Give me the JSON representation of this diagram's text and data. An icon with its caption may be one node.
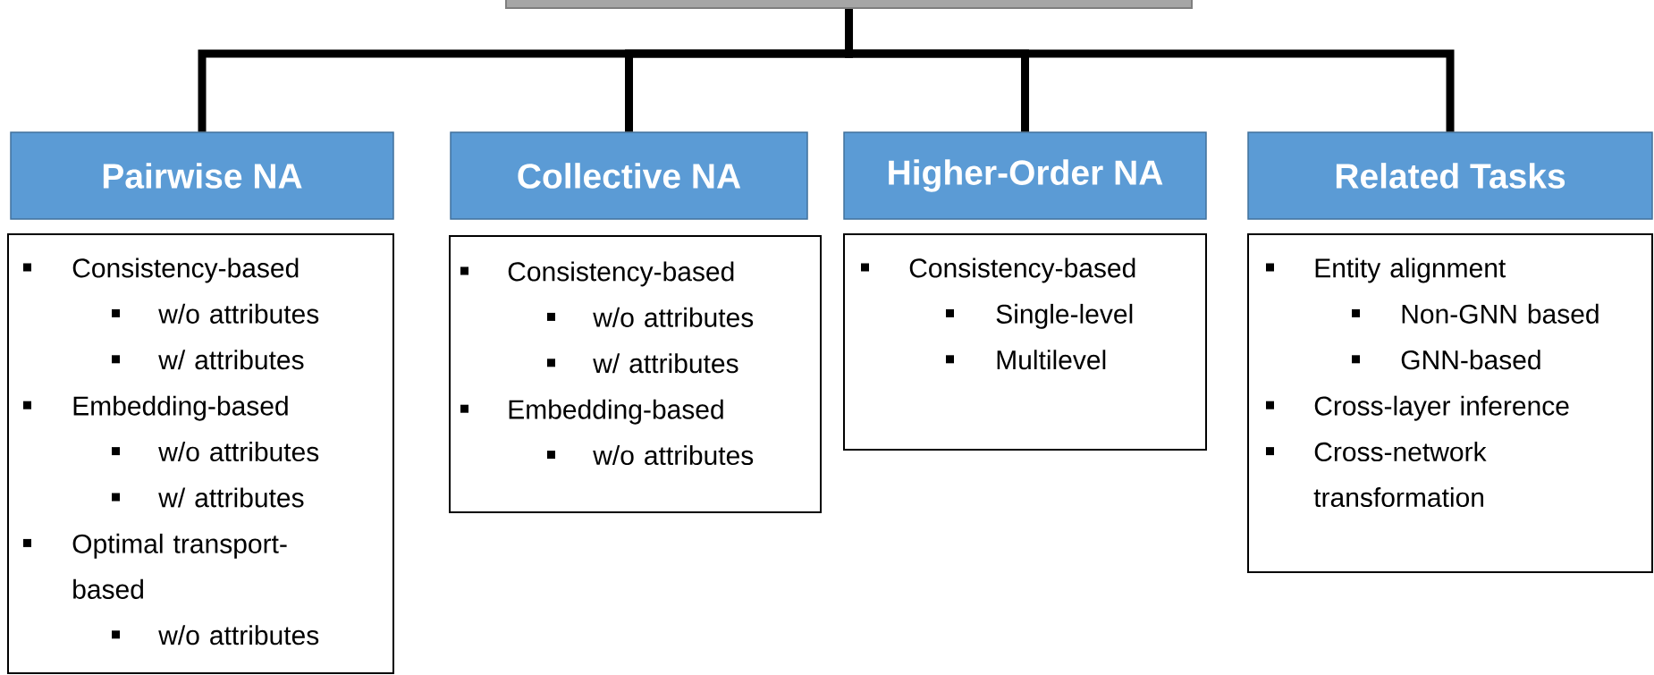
{
  "diagram": {
    "nodes": [
      {
        "text": [],
        "shape": "box"
      },
      {
        "text": [
          "Pairwise NA"
        ]
      },
      {
        "text": [
          "Collective NA"
        ]
      },
      {
        "text": [
          "Higher-Order NA"
        ]
      },
      {
        "text": [
          "Related Tasks"
        ]
      },
      {
        "text": [
          "Consistency-based",
          "w/o attributes",
          "w/ attributes",
          "Embedding-based",
          "w/o attributes",
          "w/ attributes",
          "Optimal transport-based",
          "w/o attributes"
        ]
      },
      {
        "text": [
          "Consistency-based",
          "w/o attributes",
          "w/ attributes",
          "Embedding-based",
          "w/o attributes"
        ]
      },
      {
        "text": [
          "Consistency-based",
          "Single-level",
          "Multilevel"
        ]
      },
      {
        "text": [
          "Entity alignment",
          "Non-GNN based",
          "GNN-based",
          "Cross-layer inference",
          "Cross-network transformation"
        ]
      }
    ],
    "edges": [
      {
        "from": 0,
        "to": 1,
        "arrow": "none"
      },
      {
        "from": 0,
        "to": 2,
        "arrow": "none"
      },
      {
        "from": 0,
        "to": 3,
        "arrow": "none"
      },
      {
        "from": 0,
        "to": 4,
        "arrow": "none"
      }
    ]
  }
}
